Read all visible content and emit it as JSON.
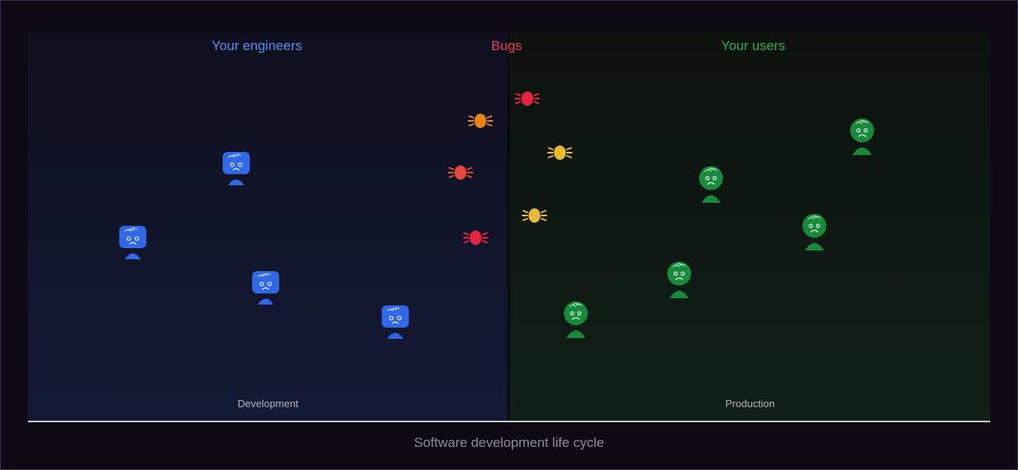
{
  "headings": {
    "engineers": "Your engineers",
    "bugs": "Bugs",
    "users": "Your users"
  },
  "panels": {
    "development": "Development",
    "production": "Production"
  },
  "axis_title": "Software development life cycle",
  "colors": {
    "engineer": "#3068e8",
    "user": "#178a3c",
    "engineers_heading": "#5b8ef0",
    "bugs_heading": "#ef3b55",
    "users_heading": "#22b04f",
    "bug_red": "#e8223f",
    "bug_orange": "#e7850f",
    "bug_yellow": "#e8bc22",
    "bug_tomato": "#e5483c",
    "bug_amber": "#e8b83a"
  },
  "icons": {
    "engineer": "sad-engineer-icon",
    "user": "sad-user-icon",
    "bug": "bug-icon"
  }
}
